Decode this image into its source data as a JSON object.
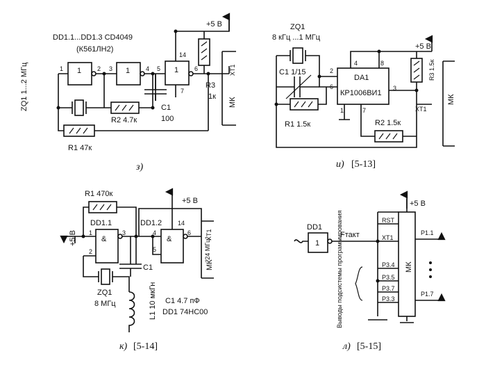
{
  "z": {
    "title": "DD1.1...DD1.3 CD4049",
    "subtitle": "(К561ЛН2)",
    "gate": "1",
    "pins": [
      "1",
      "2",
      "3",
      "4",
      "5",
      "6",
      "7",
      "14"
    ],
    "vcc": "+5 В",
    "zq": "ZQ1 1...2 МГц",
    "r1": "R1 47к",
    "r2": "R2 4.7к",
    "c1": "C1",
    "c1v": "100",
    "r3": "R3",
    "r3v": "1к",
    "xt": "XT1",
    "mk": "МК",
    "caption": "з)"
  },
  "i": {
    "zq": "ZQ1",
    "zqf": "8 кГц ...1 МГц",
    "c1": "C1 1/15",
    "da": "DA1",
    "dap": "КР1006ВИ1",
    "pins": [
      "2",
      "6",
      "4",
      "8",
      "3",
      "7",
      "1"
    ],
    "r1": "R1 1.5к",
    "r2": "R2 1.5к",
    "r3": "R3 1.5к",
    "vcc": "+5 В",
    "xt": "XT1",
    "mk": "МК",
    "caption": "и)",
    "ref": "[5-13]"
  },
  "k": {
    "r1": "R1 470к",
    "dd11": "DD1.1",
    "dd12": "DD1.2",
    "amp": "&",
    "pins": [
      "1",
      "2",
      "3",
      "4",
      "5",
      "6",
      "14"
    ],
    "vcc_l": "+5 В",
    "vcc": "+5 В",
    "c1": "C1",
    "zq": "ZQ1",
    "zqf": "8 МГц",
    "l1": "L1 10 мкГн",
    "sig": "\"24 МГц\"",
    "xt": "XT1",
    "mk": "МК",
    "c1v": "C1 4.7 пФ",
    "dd": "DD1 74HC00",
    "caption": "к)",
    "ref": "[5-14]"
  },
  "l": {
    "dd": "DD1",
    "gate": "1",
    "ftakt": "Fтакт",
    "vcc": "+5 В",
    "pins": [
      "RST",
      "XT1",
      "P3.4",
      "P3.5",
      "P3.7",
      "P3.3"
    ],
    "outs": [
      "P1.1",
      "P1.7"
    ],
    "mk": "МК",
    "side": "Выводы подсистемы программирования",
    "caption": "л)",
    "ref": "[5-15]"
  }
}
